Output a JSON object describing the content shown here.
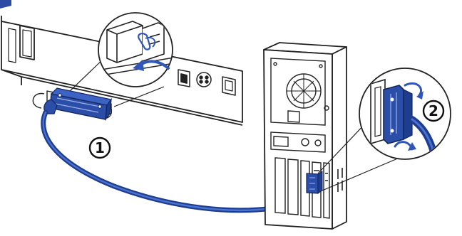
{
  "steps": {
    "step1": {
      "number": "1"
    },
    "step2": {
      "number": "2"
    }
  },
  "colors": {
    "cable": "#2b4ea8",
    "cable_dark": "#1f3d8f",
    "arrow": "#2f56b8",
    "ink": "#222222",
    "corner_tab": "#2a4aa3",
    "background": "#ffffff"
  },
  "icons": {
    "printer": "printer-rear-panel",
    "computer": "pc-tower",
    "connector": "db25-parallel-connector",
    "clip": "wire-retaining-clip",
    "fan": "fan-grille",
    "rotate": "curved-arrow-rotate"
  }
}
